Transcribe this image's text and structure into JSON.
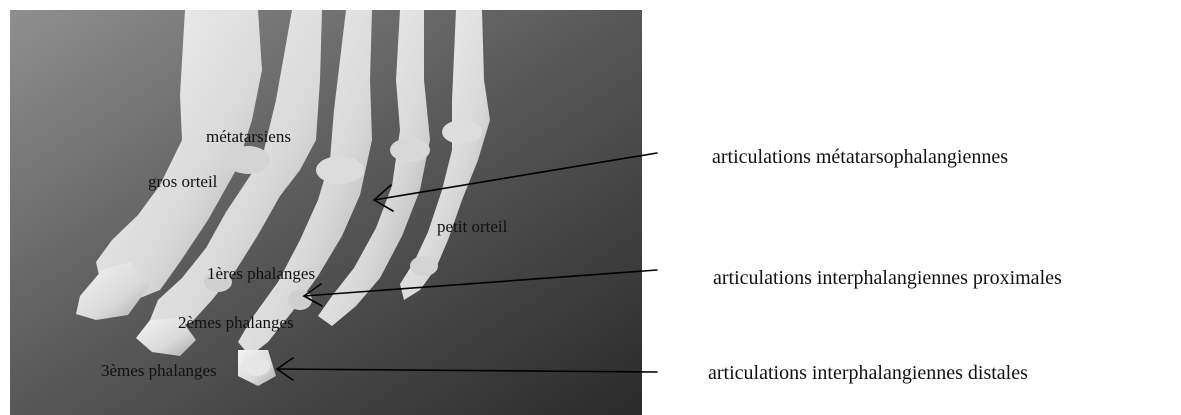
{
  "diagram": {
    "photo_labels": {
      "metatarsals": "métatarsiens",
      "big_toe": "gros orteil",
      "little_toe": "petit  orteil",
      "first_phalanges": "1ères phalanges",
      "second_phalanges": "2èmes phalanges",
      "third_phalanges": "3èmes phalanges"
    },
    "joint_labels": {
      "mtp": "articulations métatarsophalangiennes",
      "pip": "articulations interphalangiennes proximales",
      "dip": "articulations interphalangiennes distales"
    }
  }
}
